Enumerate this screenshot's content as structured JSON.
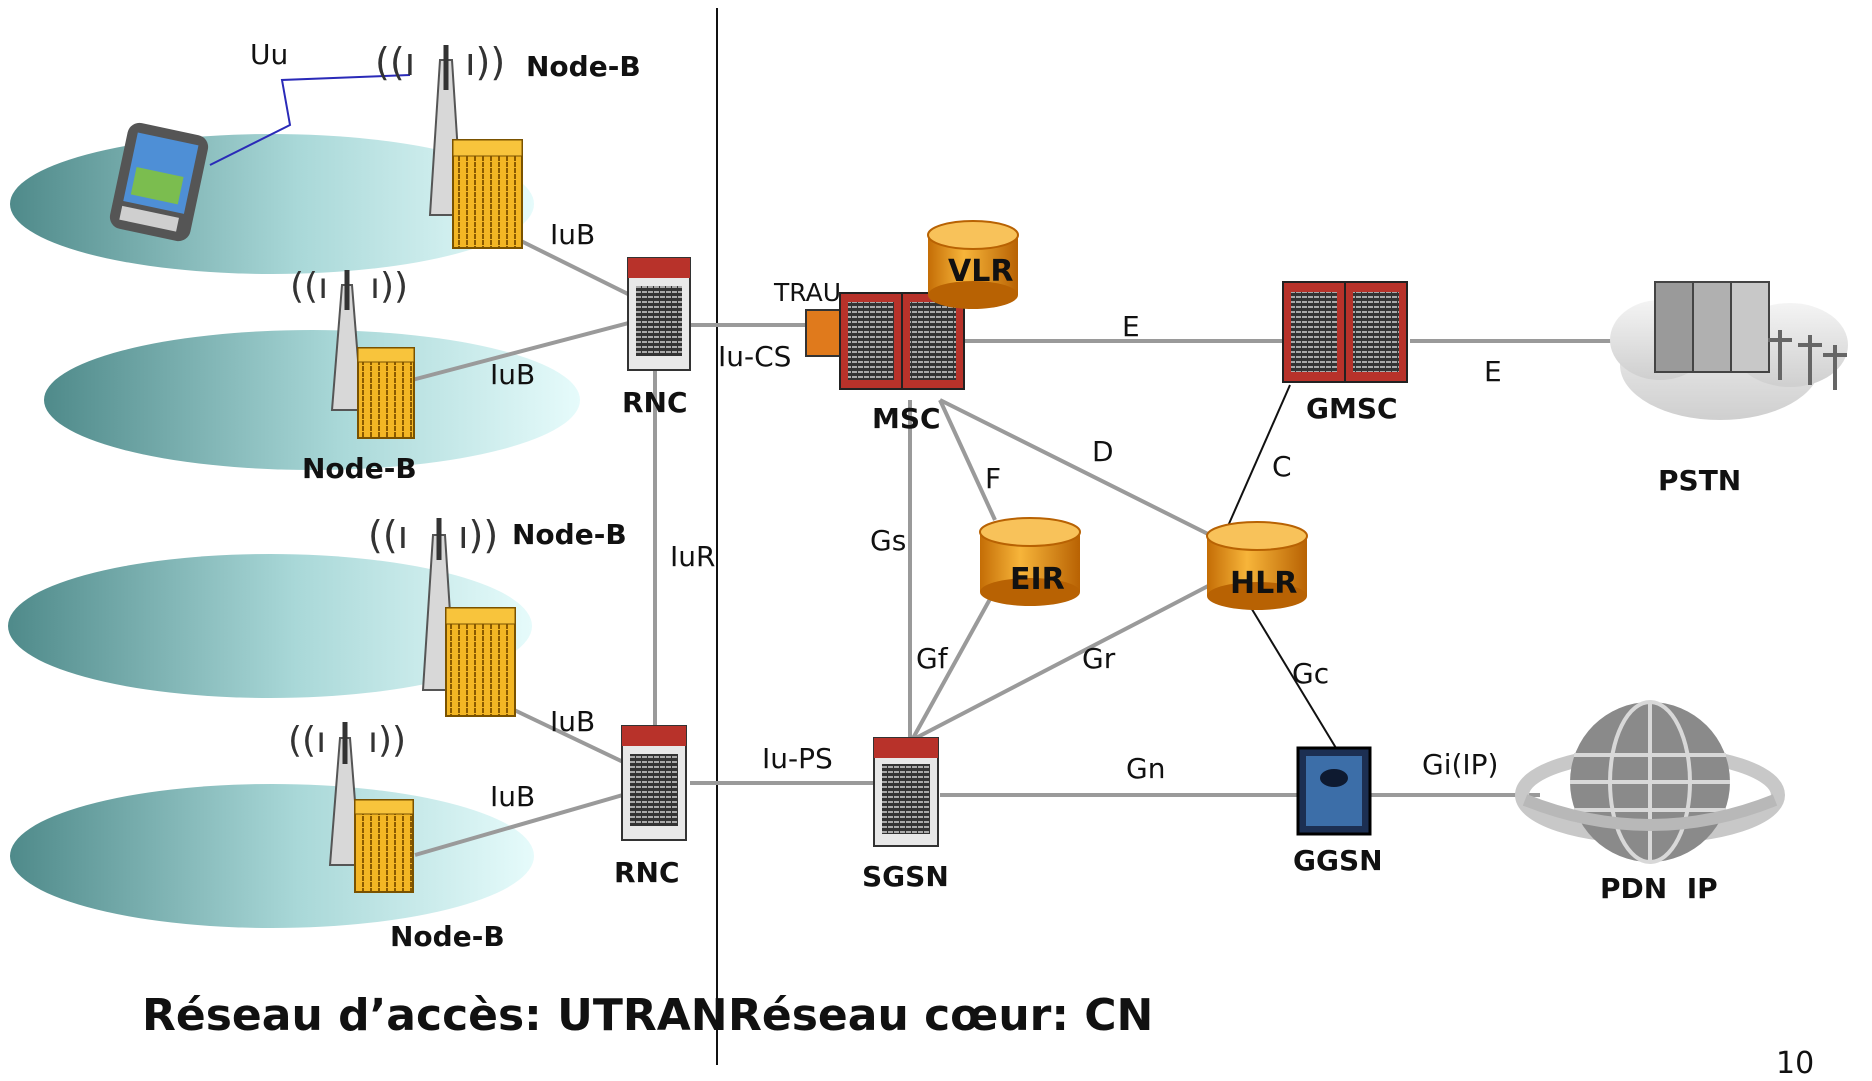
{
  "interfaces": {
    "uu": "Uu",
    "iub1": "IuB",
    "iub2": "IuB",
    "iub3": "IuB",
    "iub4": "IuB",
    "iur": "IuR",
    "iucs": "Iu-CS",
    "iups": "Iu-PS",
    "trau": "TRAU",
    "e1": "E",
    "e2": "E",
    "d": "D",
    "c": "C",
    "f": "F",
    "gs": "Gs",
    "gf": "Gf",
    "gr": "Gr",
    "gc": "Gc",
    "gn": "Gn",
    "gi": "Gi(IP)"
  },
  "nodes": {
    "nodeb1": "Node-B",
    "nodeb2": "Node-B",
    "nodeb3": "Node-B",
    "nodeb4": "Node-B",
    "rnc1": "RNC",
    "rnc2": "RNC",
    "msc": "MSC",
    "vlr": "VLR",
    "eir": "EIR",
    "hlr": "HLR",
    "gmsc": "GMSC",
    "pstn": "PSTN",
    "sgsn": "SGSN",
    "ggsn": "GGSN",
    "pdn": "PDN  IP"
  },
  "sections": {
    "access": "Réseau d’accès: UTRAN",
    "core": "Réseau cœur: CN"
  },
  "page_number": "10",
  "colors": {
    "cell": "#8cc7c7",
    "server_yellow": "#f2b61e",
    "server_red": "#b8322a",
    "database": "#f1a128",
    "link": "#9a9a9a"
  }
}
